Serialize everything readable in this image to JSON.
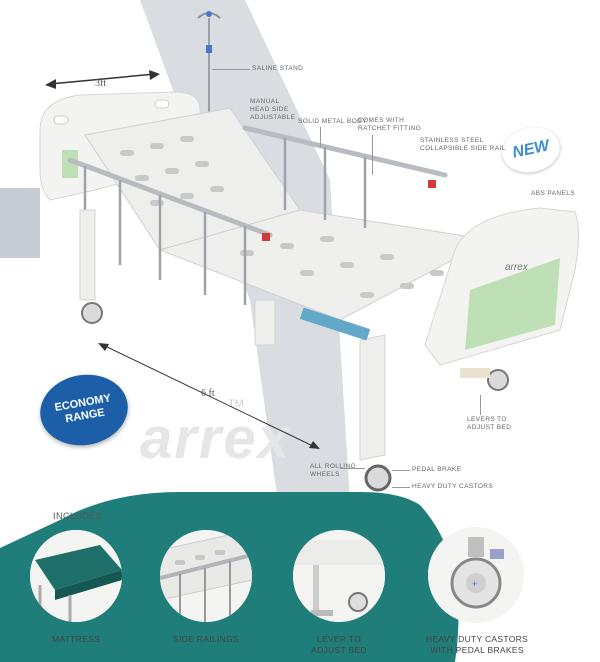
{
  "product": {
    "brand_watermark": "arrex",
    "trademark": "TM"
  },
  "dimensions": {
    "width": "3ft",
    "length": "6 ft"
  },
  "badges": {
    "new": "NEW",
    "economy_line1": "ECONOMY",
    "economy_line2": "RANGE"
  },
  "callouts": {
    "saline_stand": "SALINE STAND",
    "manual_head_1": "MANUAL",
    "manual_head_2": "HEAD SIDE",
    "manual_head_3": "ADJUSTABLE",
    "solid_metal_body": "SOLID METAL BODY",
    "ratchet_1": "COMES WITH",
    "ratchet_2": "RATCHET FITTING",
    "side_rail_1": "STAINLESS STEEL",
    "side_rail_2": "COLLAPSIBLE SIDE RAIL",
    "abs_panels": "ABS PANELS",
    "levers_1": "LEVERS TO",
    "levers_2": "ADJUST BED",
    "rolling_1": "ALL ROLLING",
    "rolling_2": "WHEELS",
    "pedal_brake": "PEDAL BRAKE",
    "castors": "HEAVY DUTY CASTORS"
  },
  "includes": {
    "heading": "INCLUDES",
    "items": [
      {
        "line1": "MATTRESS",
        "line2": ""
      },
      {
        "line1": "SIDE RAILINGS",
        "line2": ""
      },
      {
        "line1": "LEVER TO",
        "line2": "ADJUST BED"
      },
      {
        "line1": "HEAVY DUTY CASTORS",
        "line2": "WITH PEDAL BRAKES"
      }
    ]
  },
  "colors": {
    "teal": "#1f7d7a",
    "grey_band": "#c7cdd4",
    "bed_white": "#f2f2f0",
    "abs_green": "#bfe0b5",
    "new_blue": "#3b8fd0",
    "economy_blue": "#1c5fa8"
  }
}
